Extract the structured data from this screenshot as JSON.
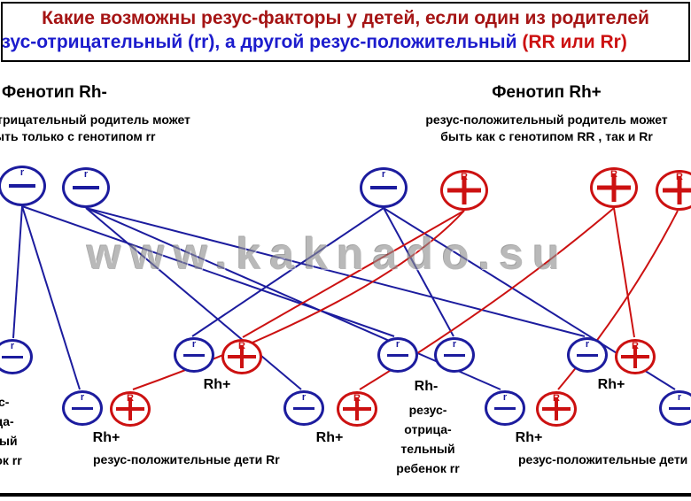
{
  "title": {
    "line1": "Какие возможны резус-факторы у детей, если один из родителей",
    "line2_main": "резус-отрицательный (rr), а другой резус-положительный ",
    "line2_accent": "(RR или Rr)"
  },
  "left_section": {
    "heading": "Фенотип Rh-",
    "desc_line1": "резус-отрицательный родитель может",
    "desc_line2": "быть только с генотипом  rr"
  },
  "right_section": {
    "heading": "Фенотип Rh+",
    "desc_line1": "резус-положительный родитель может",
    "desc_line2": "быть как с генотипом RR , так и Rr"
  },
  "gametes": {
    "r_label": "r",
    "R_label": "R"
  },
  "labels": {
    "rh_plus": "Rh+",
    "rh_minus": "Rh-",
    "positive_children": "резус-положительные дети Rr",
    "negative_child_lines": [
      "резус-",
      "отрица-",
      "тельный",
      "ребенок rr"
    ],
    "left_cut_lines": [
      "резус-",
      "отрица-",
      "тельный",
      "ребенок rr"
    ]
  },
  "watermark": "www.kaknado.su",
  "colors": {
    "blue_line": "#1c1c9e",
    "red_line": "#cc1111",
    "title_red": "#a51414",
    "title_blue": "#1c1ccd",
    "watermark_gray": "#8f8f8f"
  }
}
